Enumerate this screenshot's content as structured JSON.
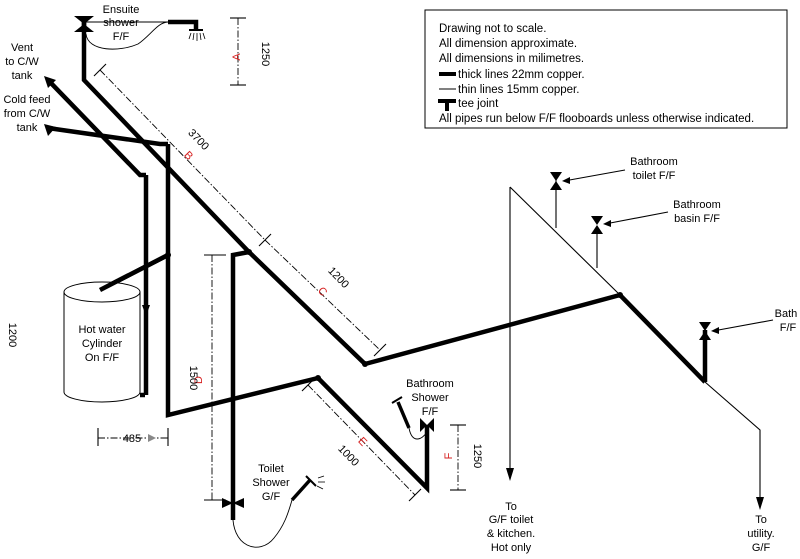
{
  "legend": {
    "lines": [
      "Drawing not to scale.",
      "All dimension approximate.",
      "All dimensions in milimetres.",
      "thick lines 22mm copper.",
      "thin lines 15mm copper.",
      "tee joint",
      "All pipes run below F/F flooboards unless otherwise indicated."
    ]
  },
  "labels": {
    "ensuite": [
      "Ensuite",
      "shower",
      "F/F"
    ],
    "vent": [
      "Vent",
      "to C/W",
      "tank"
    ],
    "cold_feed": [
      "Cold feed",
      "from C/W",
      "tank"
    ],
    "cylinder": [
      "Hot water",
      "Cylinder",
      "On F/F"
    ],
    "bath_toilet": [
      "Bathroom",
      "toilet F/F"
    ],
    "bath_basin": [
      "Bathroom",
      "basin F/F"
    ],
    "bath": [
      "Bath",
      "F/F"
    ],
    "bath_shower": [
      "Bathroom",
      "Shower",
      "F/F"
    ],
    "toilet_shower": [
      "Toilet",
      "Shower",
      "G/F"
    ],
    "gf_toilet": [
      "To",
      "G/F toilet",
      "& kitchen.",
      "Hot only"
    ],
    "utility": [
      "To",
      "utility.",
      "G/F"
    ]
  },
  "segments": {
    "a": "A",
    "b": "B",
    "c": "C",
    "d": "D",
    "e": "E",
    "f": "F"
  },
  "dimensions": {
    "a": "1250",
    "b": "3700",
    "c": "1200",
    "d": "1500",
    "e": "1000",
    "f": "1250",
    "left": "1200",
    "bottom": "485"
  }
}
